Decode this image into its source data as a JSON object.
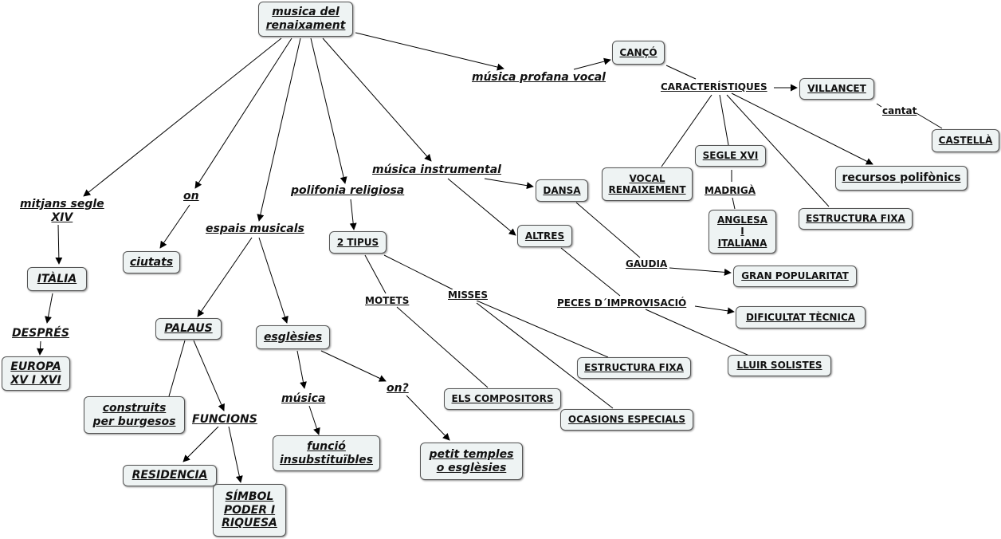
{
  "nodes": {
    "musica_renaixament": "musica del \nrenaixament",
    "canco": "CANÇÓ",
    "villancet": "VILLANCET",
    "castella": "CASTELLÀ",
    "segle_xvi": "SEGLE XVI",
    "vocal_renaixement": "VOCAL\nRENAIXEMENT",
    "recursos_polifonics": "recursos polifònics",
    "anglesa_italiana": "ANGLESA\nI\nITALIANA",
    "estructura_fixa_1": "ESTRUCTURA FIXA",
    "dansa": "DANSA",
    "altres": "ALTRES",
    "gran_popularitat": "GRAN POPULARITAT",
    "dificultat_tecnica": "DIFICULTAT TÈCNICA",
    "lluir_solistes": "LLUIR SOLISTES",
    "dos_tipus": "2 TIPUS",
    "estructura_fixa_2": "ESTRUCTURA FIXA",
    "els_compositors": "ELS COMPOSITORS",
    "ocasions_especials": "OCASIONS ESPECIALS",
    "italia": "ITÀLIA",
    "europa": "EUROPA\nXV I XVI",
    "ciutats": "ciutats",
    "palaus": "PALAUS",
    "esglesies": "esglèsies",
    "construits": "construits\n per burgesos",
    "residencia": "RESIDENCIA",
    "simbol": "SÍMBOL\nPODER I\nRIQUESA",
    "funcio": "funció \ninsubstituïbles",
    "petit_temples": "petit temples \no esglèsies"
  },
  "labels": {
    "musica_profana_vocal": "música profana vocal",
    "caracteristiques": "CARACTERÍSTIQUES",
    "cantat": "cantat",
    "madriga": "MADRIGÀ",
    "musica_instrumental": "música instrumental",
    "gaudia": "GAUDIA",
    "peces_improvisacio": "PECES D´IMPROVISACIÓ",
    "polifonia_religiosa": "polifonia religiosa",
    "motets": "MOTETS",
    "misses": "MISSES",
    "mitjans_segle": "mitjans segle\nXIV",
    "despres": "DESPRÉS",
    "on_1": "on",
    "espais_musicals": "espais musicals",
    "funcions": "FUNCIONS",
    "musica": "música",
    "on_2": "on?"
  }
}
